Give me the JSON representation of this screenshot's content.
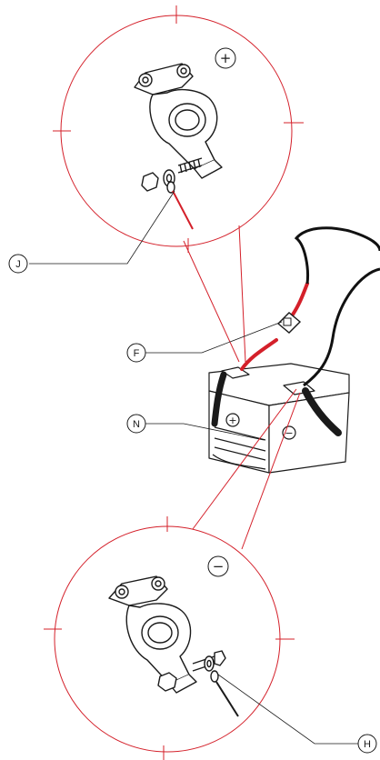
{
  "colors": {
    "detail_circle": "#d4202a",
    "leader": "#d4202a",
    "line_art": "#1a1a1a",
    "positive_wire": "#d4202a",
    "negative_wire": "#111111",
    "background": "#ffffff"
  },
  "callouts": {
    "j": "J",
    "f": "F",
    "n": "N",
    "h": "H"
  },
  "signs": {
    "top_detail": "+",
    "bottom_detail": "−",
    "battery_positive": "+",
    "battery_negative": "−"
  },
  "icons": {
    "positive_clamp": "battery-positive-clamp-icon",
    "negative_clamp": "battery-negative-clamp-icon",
    "battery": "car-battery-icon",
    "fuse_holder": "inline-fuse-holder-icon"
  }
}
